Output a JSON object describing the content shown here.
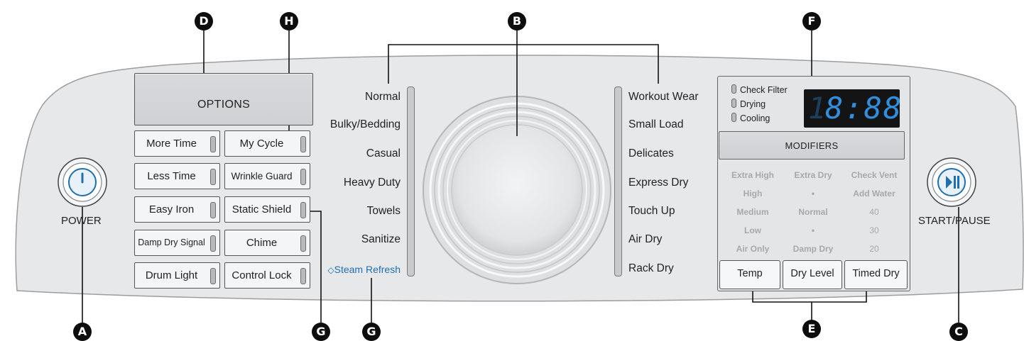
{
  "options": {
    "title": "OPTIONS",
    "buttons": [
      {
        "label": "More Time"
      },
      {
        "label": "My Cycle"
      },
      {
        "label": "Less Time"
      },
      {
        "label": "Wrinkle Guard"
      },
      {
        "label": "Easy Iron"
      },
      {
        "label": "Static Shield"
      },
      {
        "label": "Damp Dry Signal"
      },
      {
        "label": "Chime"
      },
      {
        "label": "Drum Light"
      },
      {
        "label": "Control Lock"
      }
    ]
  },
  "power": {
    "label": "POWER",
    "icon": "power-icon"
  },
  "start_pause": {
    "label": "START/PAUSE",
    "icon": "play-pause-icon"
  },
  "cycles_left": [
    "Normal",
    "Bulky/Bedding",
    "Casual",
    "Heavy Duty",
    "Towels",
    "Sanitize"
  ],
  "steam_refresh": "Steam Refresh",
  "cycles_right": [
    "Workout Wear",
    "Small Load",
    "Delicates",
    "Express Dry",
    "Touch Up",
    "Air Dry",
    "Rack Dry"
  ],
  "display": {
    "status": [
      "Check Filter",
      "Drying",
      "Cooling"
    ],
    "time": "8:88",
    "time_prefix": "1"
  },
  "modifiers": {
    "title": "MODIFIERS",
    "temp": [
      "Extra High",
      "High",
      "Medium",
      "Low",
      "Air Only"
    ],
    "dry_level": [
      "Extra Dry",
      "•",
      "Normal",
      "•",
      "Damp Dry"
    ],
    "timed_dry": [
      "Check Vent",
      "Add Water",
      "40",
      "30",
      "20"
    ],
    "buttons": [
      "Temp",
      "Dry Level",
      "Timed Dry"
    ]
  },
  "callouts": {
    "a": "A",
    "b": "B",
    "c": "C",
    "d": "D",
    "e": "E",
    "f": "F",
    "g1": "G",
    "g2": "G",
    "h": "H"
  },
  "colors": {
    "panel": "#e7e8ea",
    "accent_blue": "#1f6fb0",
    "display_digits": "#2f8fe0",
    "display_bg": "#141414"
  }
}
